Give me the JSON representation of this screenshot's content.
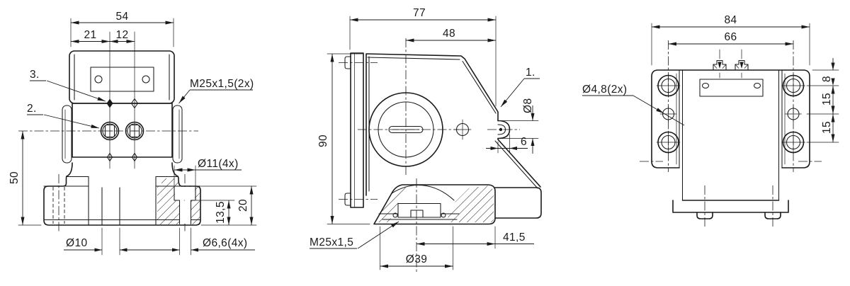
{
  "colors": {
    "ink": "#1a1a1a",
    "background": "#ffffff"
  },
  "front_view": {
    "dim_head_width": "54",
    "dim_hole1_offset": "21",
    "dim_hole_spacing": "12",
    "ref_item_3": "3.",
    "ref_item_2": "2.",
    "label_gland": "M25x1,5(2x)",
    "dim_axis_height": "50",
    "dim_counterbore": "Ø11(4x)",
    "dim_base_height": "20",
    "dim_counterbore_depth": "13,5",
    "dim_center_hole": "Ø10",
    "dim_mounting_hole": "Ø6,6(4x)"
  },
  "side_view": {
    "dim_depth": "77",
    "dim_front_depth": "48",
    "dim_height": "90",
    "ref_item_1": "1.",
    "dim_plunger_dia": "Ø8",
    "dim_plunger_stroke": "6",
    "label_gland": "M25x1,5",
    "dim_gland_dia": "Ø39",
    "dim_base_offset": "41,5"
  },
  "rear_view": {
    "dim_width": "84",
    "dim_pitch_h": "66",
    "dim_fixing_hole": "Ø4,8(2x)",
    "dim_top_offset": "8",
    "dim_pitch_upper": "15",
    "dim_pitch_lower": "15"
  }
}
